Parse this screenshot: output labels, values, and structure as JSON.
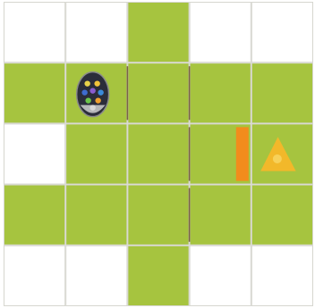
{
  "board": {
    "rows": 5,
    "cols": 5,
    "cells": [
      [
        "white",
        "white",
        "green",
        "white",
        "white"
      ],
      [
        "green",
        "green",
        "green",
        "green",
        "green"
      ],
      [
        "white",
        "green",
        "green",
        "green",
        "green"
      ],
      [
        "green",
        "green",
        "green",
        "green",
        "green"
      ],
      [
        "white",
        "white",
        "green",
        "white",
        "white"
      ]
    ]
  },
  "colors": {
    "green": "#a6c43f",
    "white": "#ffffff",
    "grid_line": "#d6d6cf",
    "wall_dark": "#5b3b1c",
    "barrier_orange": "#f28c1c",
    "goal_yellow": "#f2b82a",
    "robot_body": "#2b2d3a"
  },
  "walls": [
    {
      "between": [
        [
          1,
          1
        ],
        [
          1,
          2
        ]
      ]
    },
    {
      "between": [
        [
          1,
          2
        ],
        [
          1,
          3
        ]
      ]
    },
    {
      "between": [
        [
          2,
          2
        ],
        [
          2,
          3
        ]
      ]
    },
    {
      "between": [
        [
          3,
          2
        ],
        [
          3,
          3
        ]
      ]
    }
  ],
  "pieces": {
    "robot": {
      "icon": "robot-bug-icon",
      "row": 1,
      "col": 1
    },
    "barrier": {
      "icon": "orange-barrier-icon",
      "row": 2,
      "col": 3,
      "side": "right"
    },
    "goal": {
      "icon": "yellow-triangle-goal-icon",
      "row": 2,
      "col": 4
    }
  }
}
